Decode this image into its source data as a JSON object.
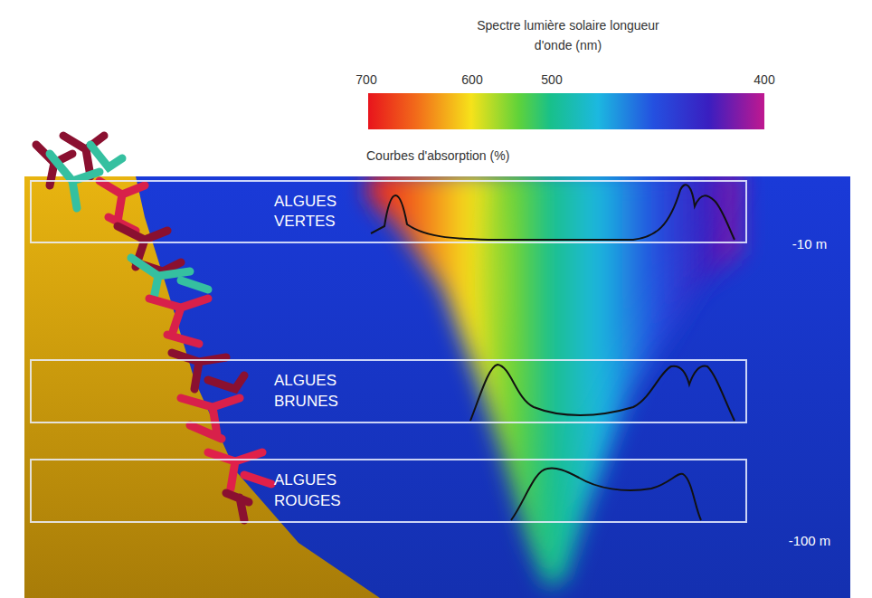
{
  "diagram": {
    "title": "Spectre lumière solaire longueur d'onde (nm)",
    "nodes": [
      {
        "text": [
          "ALGUES VERTES"
        ]
      },
      {
        "text": [
          "ALGUES BRUNES"
        ]
      },
      {
        "text": [
          "ALGUES ROUGES"
        ]
      }
    ],
    "labels": [
      "700",
      "600",
      "500",
      "400",
      "Courbes d'absorption (%)",
      "-10 m",
      "-100 m"
    ]
  }
}
